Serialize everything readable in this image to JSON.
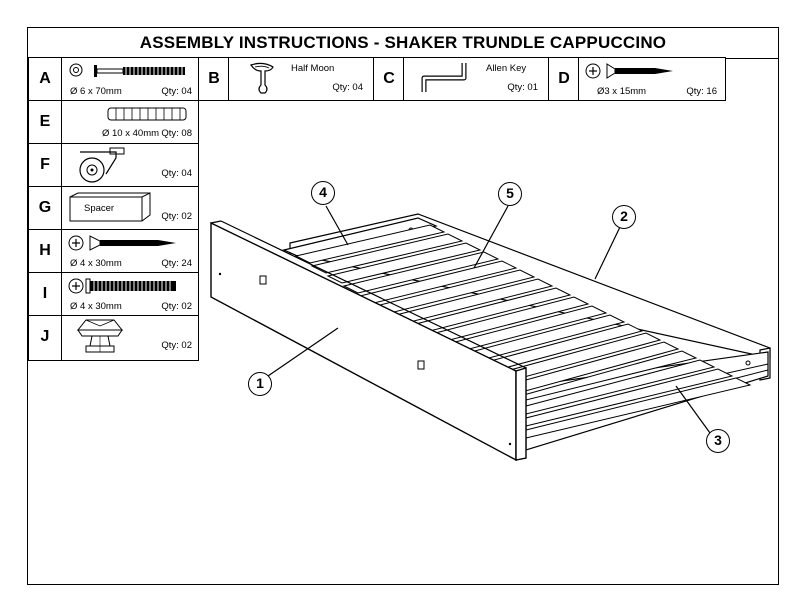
{
  "title": "ASSEMBLY INSTRUCTIONS - SHAKER TRUNDLE CAPPUCCINO",
  "parts": [
    {
      "letter": "A",
      "spec": "Ø 6 x 70mm",
      "qty": "Qty: 04",
      "icon": "bolt-with-washer"
    },
    {
      "letter": "B",
      "name": "Half Moon",
      "qty": "Qty: 04",
      "icon": "half-moon-handle"
    },
    {
      "letter": "C",
      "name": "Allen Key",
      "qty": "Qty: 01",
      "icon": "allen-key"
    },
    {
      "letter": "D",
      "spec": "Ø3 x 15mm",
      "qty": "Qty: 16",
      "icon": "wood-screw"
    },
    {
      "letter": "E",
      "spec": "Ø 10 x 40mm",
      "qty": "Qty: 08",
      "icon": "wooden-dowel"
    },
    {
      "letter": "F",
      "qty": "Qty: 04",
      "icon": "castor-wheel"
    },
    {
      "letter": "G",
      "name": "Spacer",
      "qty": "Qty: 02",
      "icon": "spacer-block"
    },
    {
      "letter": "H",
      "spec": "Ø 4 x 30mm",
      "qty": "Qty: 24",
      "icon": "wood-screw"
    },
    {
      "letter": "I",
      "spec": "Ø 4 x 30mm",
      "qty": "Qty: 02",
      "icon": "machine-screw"
    },
    {
      "letter": "J",
      "qty": "Qty: 02",
      "icon": "knob"
    }
  ],
  "callouts": [
    "1",
    "2",
    "3",
    "4",
    "5"
  ]
}
